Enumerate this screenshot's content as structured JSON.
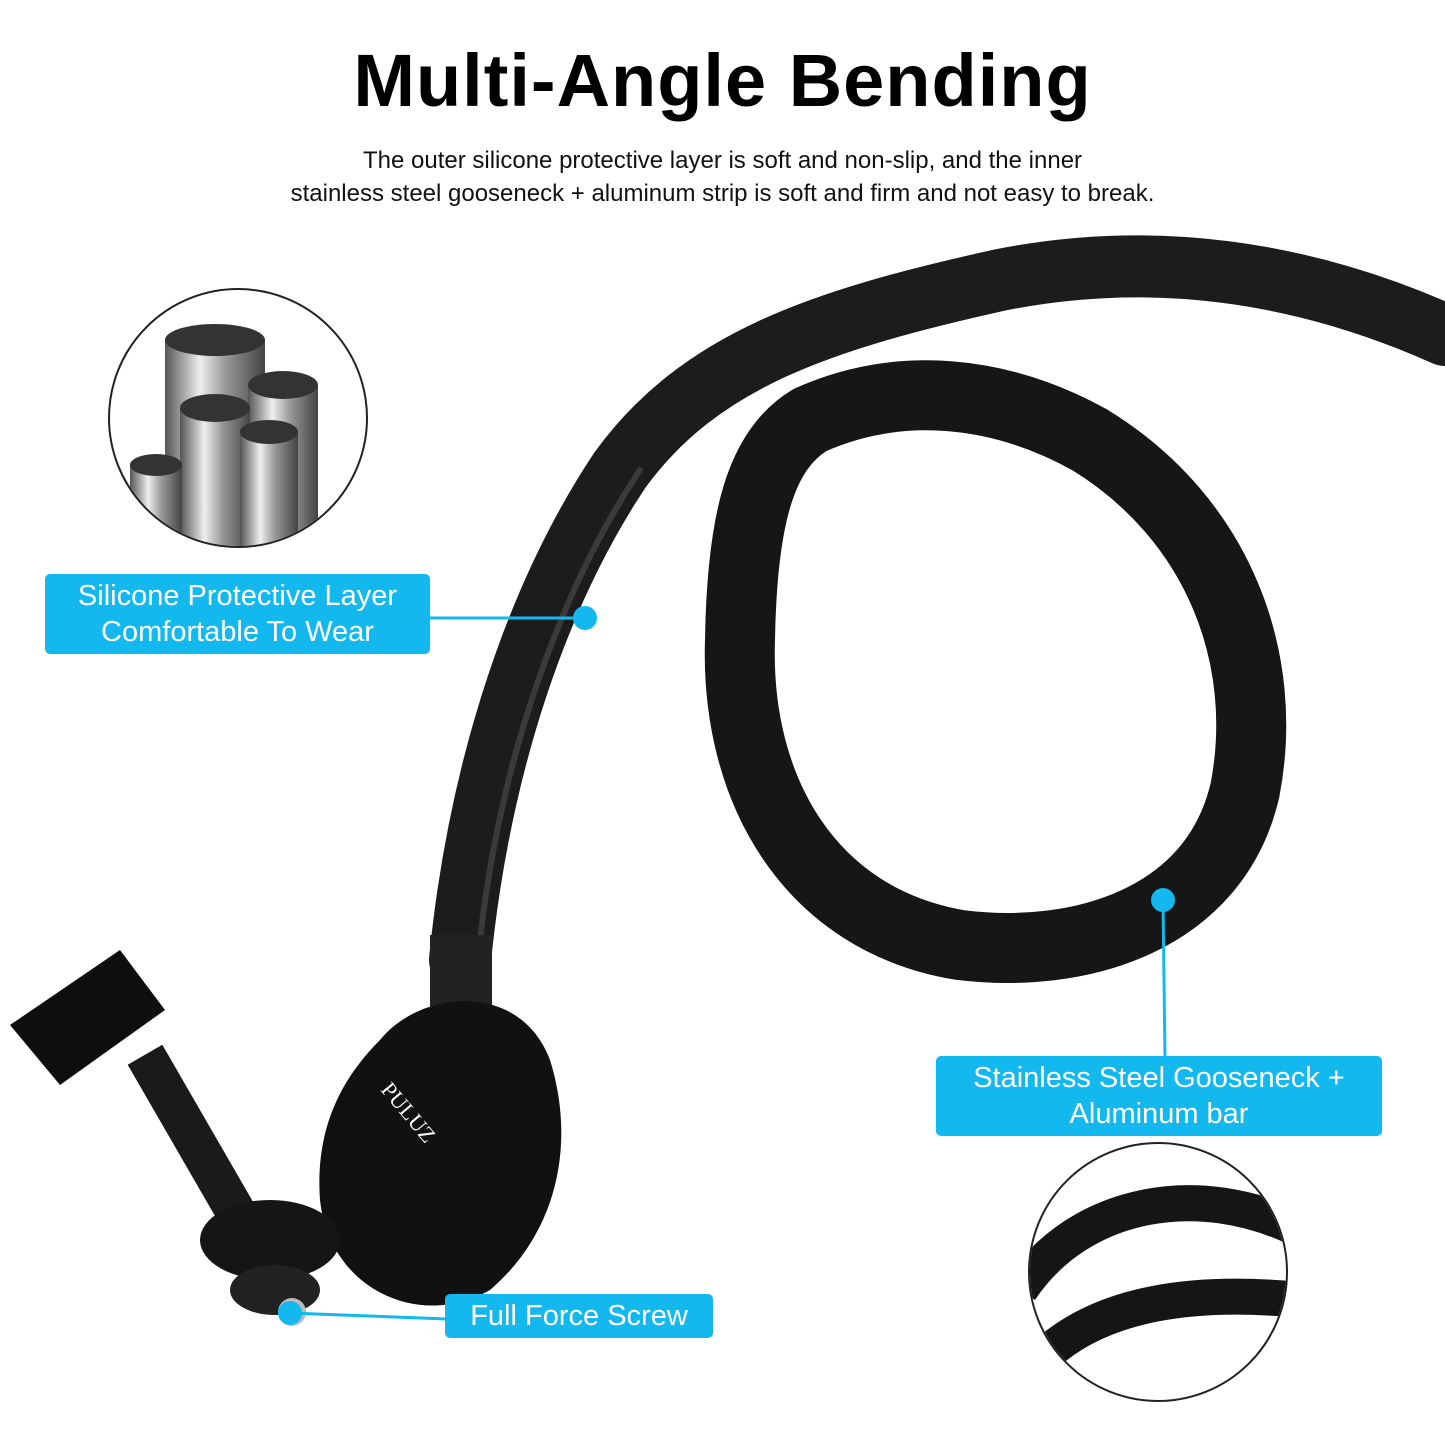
{
  "header": {
    "title": "Multi-Angle Bending",
    "subtitle_line1": "The outer silicone protective layer is soft and non-slip, and the inner",
    "subtitle_line2": "stainless steel gooseneck + aluminum strip is soft and firm and not easy to break."
  },
  "callouts": [
    {
      "line1": "Silicone Protective Layer",
      "line2": "Comfortable To Wear"
    },
    {
      "line1": "Stainless Steel Gooseneck +",
      "line2": "Aluminum bar"
    },
    {
      "line1": "Full Force Screw"
    }
  ],
  "brand": {
    "logo_text": "PULUZ"
  },
  "colors": {
    "accent": "#12b8ee",
    "product": "#1a1a1a"
  }
}
